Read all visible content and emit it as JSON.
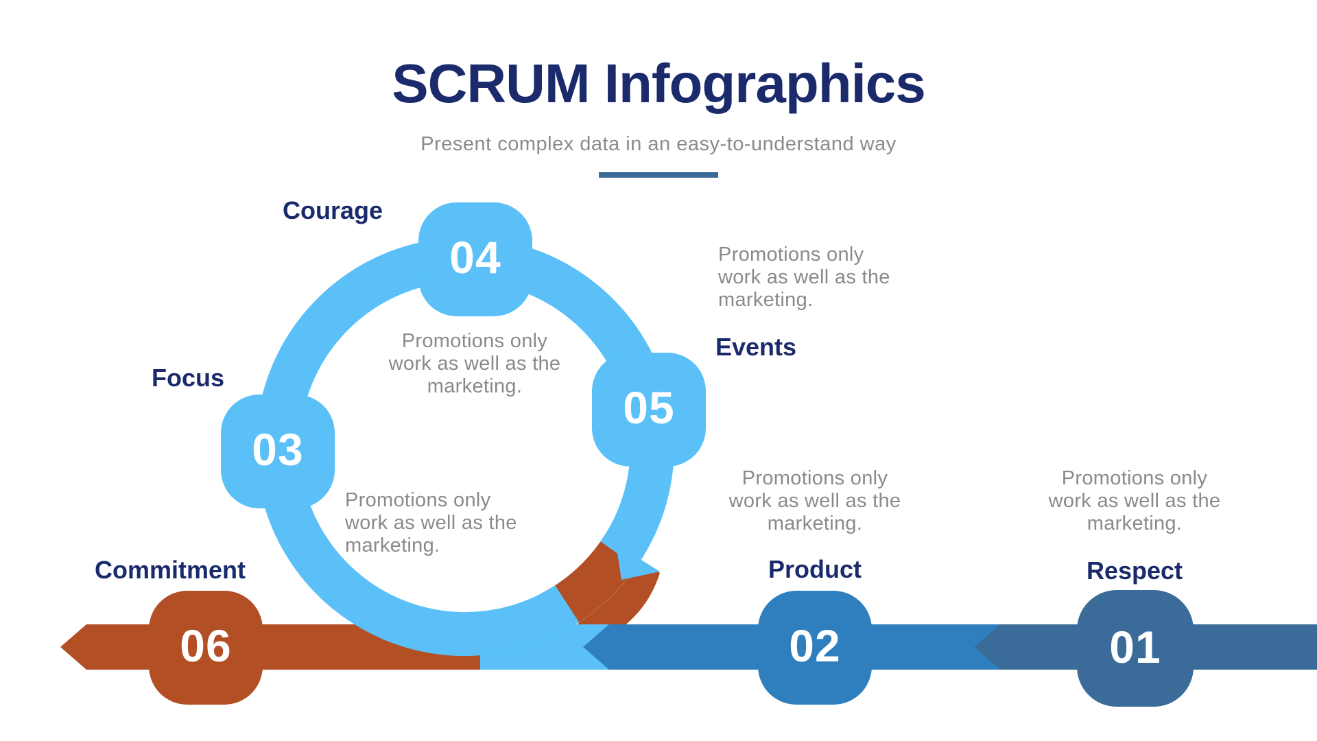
{
  "title": "SCRUM Infographics",
  "subtitle": "Present complex data in an easy-to-understand way",
  "colors": {
    "light_blue": "#5BC0F8",
    "medium_blue": "#2F7FBE",
    "slate_blue": "#3B6C99",
    "orange": "#B34F24",
    "navy": "#1A2A6B",
    "gray": "#8A8A8A",
    "underline": "#3A6A96",
    "number_text": "#FFFFFF",
    "background": "#FFFFFF"
  },
  "steps": [
    {
      "num": "01",
      "label": "Respect",
      "color": "#3B6C99"
    },
    {
      "num": "02",
      "label": "Product",
      "color": "#2F7FBE"
    },
    {
      "num": "03",
      "label": "Focus",
      "color": "#5BC0F8"
    },
    {
      "num": "04",
      "label": "Courage",
      "color": "#5BC0F8"
    },
    {
      "num": "05",
      "label": "Events",
      "color": "#5BC0F8"
    },
    {
      "num": "06",
      "label": "Commitment",
      "color": "#B34F24"
    }
  ],
  "descriptions": {
    "inner_top": {
      "lines": [
        "Promotions only",
        "work as well as the",
        "marketing."
      ]
    },
    "inner_bottom": {
      "lines": [
        "Promotions only",
        "work as well as the",
        "marketing."
      ]
    },
    "events": {
      "lines": [
        "Promotions only",
        "work as well as the",
        "marketing."
      ]
    },
    "product": {
      "lines": [
        "Promotions only",
        "work as well as the",
        "marketing."
      ]
    },
    "respect": {
      "lines": [
        "Promotions only",
        "work as well as the",
        "marketing."
      ]
    }
  }
}
